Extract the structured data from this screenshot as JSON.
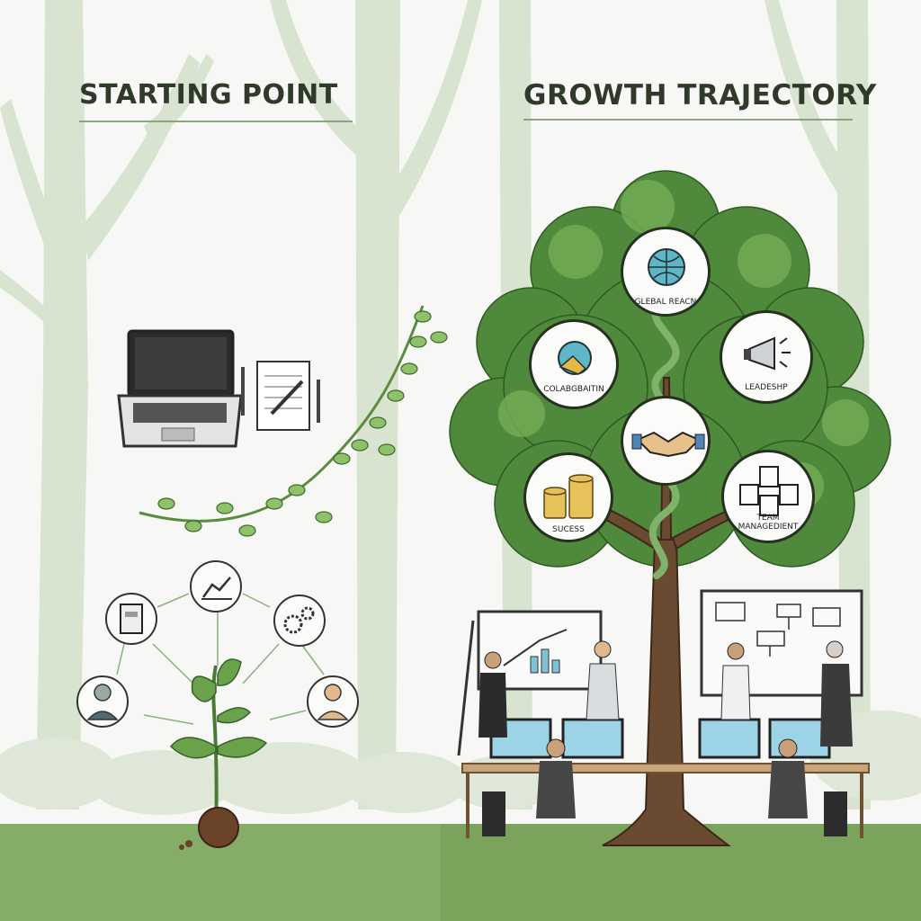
{
  "headings": {
    "left": "STARTING POINT",
    "right": "GROWTH TRAJECTORY"
  },
  "badges": {
    "global_reach": "GLEBAL REACN",
    "collaboration": "COLABGBAITIN",
    "leadership": "LEADESHP",
    "partnership": "",
    "success": "SUCESS",
    "team_management": "TEAM MANAGEDIENT"
  },
  "colors": {
    "heading": "#2f3a2a",
    "rule": "#8aa77b",
    "foliage": "#4f8a3c",
    "trunk": "#6b4a32",
    "ground": "#7ea65f",
    "background_trees": "#cfdcc6",
    "badge_border": "#26301f"
  },
  "icons": [
    "laptop-icon",
    "notepad-icon",
    "pencil-icon",
    "book-icon",
    "chart-icon",
    "gears-icon",
    "person-icon",
    "globe-icon",
    "megaphone-icon",
    "handshake-icon",
    "coins-icon",
    "team-icon",
    "whiteboard-icon",
    "monitor-icon"
  ]
}
